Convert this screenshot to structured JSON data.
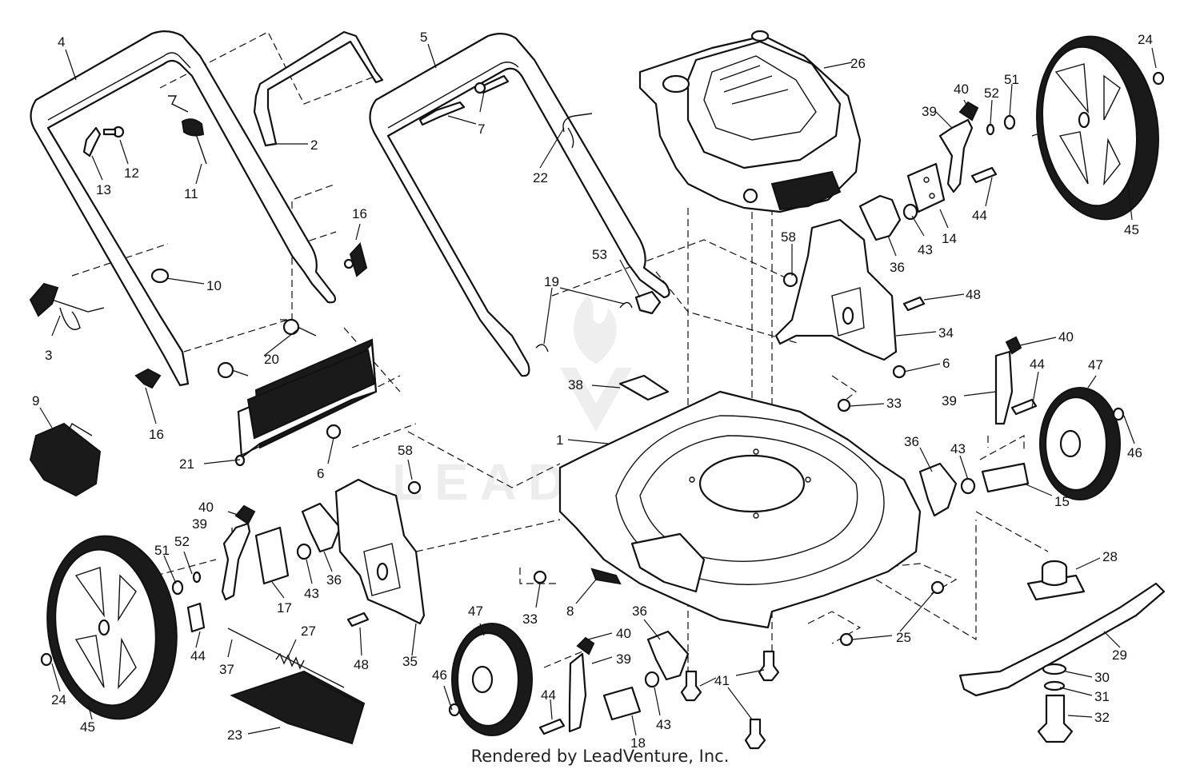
{
  "watermark": "LEADVENTURE",
  "footer": "Rendered by LeadVenture, Inc.",
  "callouts": [
    {
      "key": "c4",
      "text": "4"
    },
    {
      "key": "c5",
      "text": "5"
    },
    {
      "key": "c2",
      "text": "2"
    },
    {
      "key": "c7",
      "text": "7"
    },
    {
      "key": "c22",
      "text": "22"
    },
    {
      "key": "c26",
      "text": "26"
    },
    {
      "key": "c24a",
      "text": "24"
    },
    {
      "key": "c40a",
      "text": "40"
    },
    {
      "key": "c52a",
      "text": "52"
    },
    {
      "key": "c51a",
      "text": "51"
    },
    {
      "key": "c39a",
      "text": "39"
    },
    {
      "key": "c12",
      "text": "12"
    },
    {
      "key": "c13",
      "text": "13"
    },
    {
      "key": "c11",
      "text": "11"
    },
    {
      "key": "c44a",
      "text": "44"
    },
    {
      "key": "c43a",
      "text": "43"
    },
    {
      "key": "c14",
      "text": "14"
    },
    {
      "key": "c45a",
      "text": "45"
    },
    {
      "key": "c16a",
      "text": "16"
    },
    {
      "key": "c58a",
      "text": "58"
    },
    {
      "key": "c36a",
      "text": "36"
    },
    {
      "key": "c53",
      "text": "53"
    },
    {
      "key": "c10",
      "text": "10"
    },
    {
      "key": "c19",
      "text": "19"
    },
    {
      "key": "c48a",
      "text": "48"
    },
    {
      "key": "c3",
      "text": "3"
    },
    {
      "key": "c34",
      "text": "34"
    },
    {
      "key": "c20",
      "text": "20"
    },
    {
      "key": "c40b",
      "text": "40"
    },
    {
      "key": "c6a",
      "text": "6"
    },
    {
      "key": "c44b",
      "text": "44"
    },
    {
      "key": "c47a",
      "text": "47"
    },
    {
      "key": "c38",
      "text": "38"
    },
    {
      "key": "c9",
      "text": "9"
    },
    {
      "key": "c16b",
      "text": "16"
    },
    {
      "key": "c33a",
      "text": "33"
    },
    {
      "key": "c39b",
      "text": "39"
    },
    {
      "key": "c1",
      "text": "1"
    },
    {
      "key": "c36b",
      "text": "36"
    },
    {
      "key": "c43b",
      "text": "43"
    },
    {
      "key": "c46a",
      "text": "46"
    },
    {
      "key": "c58b",
      "text": "58"
    },
    {
      "key": "c21",
      "text": "21"
    },
    {
      "key": "c6b",
      "text": "6"
    },
    {
      "key": "c15",
      "text": "15"
    },
    {
      "key": "c40c",
      "text": "40"
    },
    {
      "key": "c39c",
      "text": "39"
    },
    {
      "key": "c28",
      "text": "28"
    },
    {
      "key": "c52b",
      "text": "52"
    },
    {
      "key": "c51b",
      "text": "51"
    },
    {
      "key": "c17",
      "text": "17"
    },
    {
      "key": "c43c",
      "text": "43"
    },
    {
      "key": "c36c",
      "text": "36"
    },
    {
      "key": "c33b",
      "text": "33"
    },
    {
      "key": "c8",
      "text": "8"
    },
    {
      "key": "c47b",
      "text": "47"
    },
    {
      "key": "c36d",
      "text": "36"
    },
    {
      "key": "c40d",
      "text": "40"
    },
    {
      "key": "c25",
      "text": "25"
    },
    {
      "key": "c29",
      "text": "29"
    },
    {
      "key": "c44c",
      "text": "44"
    },
    {
      "key": "c48b",
      "text": "48"
    },
    {
      "key": "c35",
      "text": "35"
    },
    {
      "key": "c27",
      "text": "27"
    },
    {
      "key": "c39d",
      "text": "39"
    },
    {
      "key": "c37",
      "text": "37"
    },
    {
      "key": "c41",
      "text": "41"
    },
    {
      "key": "c30",
      "text": "30"
    },
    {
      "key": "c24b",
      "text": "24"
    },
    {
      "key": "c45b",
      "text": "45"
    },
    {
      "key": "c46b",
      "text": "46"
    },
    {
      "key": "c44d",
      "text": "44"
    },
    {
      "key": "c43d",
      "text": "43"
    },
    {
      "key": "c31",
      "text": "31"
    },
    {
      "key": "c18",
      "text": "18"
    },
    {
      "key": "c23",
      "text": "23"
    },
    {
      "key": "c32",
      "text": "32"
    }
  ]
}
